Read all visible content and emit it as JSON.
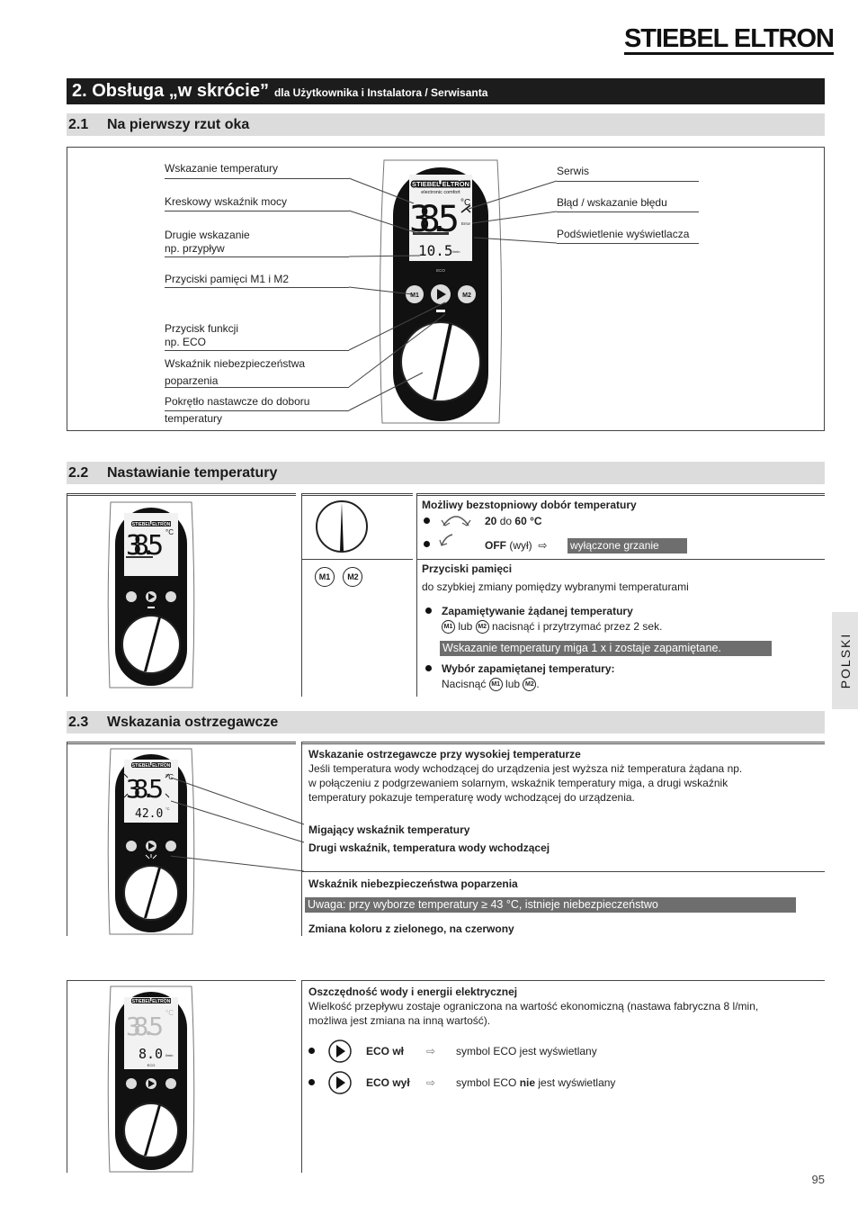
{
  "brand": "STIEBEL ELTRON",
  "header": {
    "title": "2. Obsługa „w skrócie”",
    "subtitle": "dla Użytkownika i Instalatora / Serwisanta"
  },
  "s21": {
    "num": "2.1",
    "title": "Na pierwszy rzut oka",
    "left_labels": [
      "Wskazanie temperatury",
      "Kreskowy wskaźnik mocy",
      "Drugie wskazanie",
      "np. przypływ",
      "Przyciski pamięci M1 i M2",
      "Przycisk funkcji",
      "np. ECO",
      "Wskaźnik niebezpieczeństwa",
      "poparzenia",
      "Pokrętło nastawcze do doboru",
      "temperatury"
    ],
    "right_labels": [
      "Serwis",
      "Błąd / wskazanie błędu",
      "Podświetlenie wyświetlacza"
    ],
    "device": {
      "brand": "STIEBEL ELTRON",
      "tagline": "electronic comfort",
      "temp": "38.5",
      "unit": "°C",
      "error": "Error",
      "flow": "10.5",
      "flow_unit": "l/min",
      "eco": "ECO",
      "m1": "M1",
      "m2": "M2"
    }
  },
  "s22": {
    "num": "2.2",
    "title": "Nastawianie temperatury",
    "device_temp": "38.5",
    "r1_title": "Możliwy bezstopniowy dobór temperatury",
    "r1_b1_a": "20",
    "r1_b1_b": "do",
    "r1_b1_c": "60 °C",
    "r1_b2_a": "OFF",
    "r1_b2_b": "(wył)",
    "r1_arrow": "⇨",
    "r1_hl": "wyłączone grzanie",
    "r2_title": "Przyciski pamięci",
    "r2_line": "do szybkiej zmiany pomiędzy wybranymi temperaturami",
    "r2_b1_title": "Zapamiętywanie żądanej temperatury",
    "r2_b1_lub": "lub",
    "r2_b1_rest": "nacisnąć i przytrzymać przez 2 sek.",
    "r2_hl": "Wskazanie temperatury miga 1 x i zostaje zapamiętane.",
    "r2_b2_title": "Wybór zapamiętanej temperatury:",
    "r2_b2_a": "Nacisnąć",
    "r2_b2_lub": "lub",
    "r2_b2_end": "."
  },
  "s23": {
    "num": "2.3",
    "title": "Wskazania ostrzegawcze",
    "device_temp": "38.5",
    "device_second": "42.0",
    "w1_title": "Wskazanie ostrzegawcze przy wysokiej temperaturze",
    "w1_text": [
      "Jeśli temperatura wody wchodzącej do urządzenia jest wyższa niż temperatura żądana np.",
      "w połączeniu z podgrzewaniem solarnym, wskaźnik temperatury miga, a drugi wskaźnik",
      "temperatury pokazuje temperaturę wody wchodzącej do urządzenia."
    ],
    "w1_l1": "Migający wskaźnik temperatury",
    "w1_l2": "Drugi wskaźnik, temperatura wody wchodzącej",
    "w2_title": "Wskaźnik niebezpieczeństwa poparzenia",
    "w2_hl": "Uwaga: przy wyborze temperatury ≥ 43 °C, istnieje niebezpieczeństwo",
    "w2_line": "Zmiana koloru z zielonego, na czerwony"
  },
  "eco": {
    "device_temp": "38.5",
    "device_flow": "8.0",
    "title": "Oszczędność wody i energii elektrycznej",
    "text": [
      "Wielkość przepływu zostaje ograniczona na wartość ekonomiczną (nastawa fabryczna 8 l/min,",
      "możliwa jest zmiana na inną wartość)."
    ],
    "on_label": "ECO wł",
    "on_desc": "symbol ECO jest wyświetlany",
    "off_label": "ECO wył",
    "off_desc_a": "symbol ECO",
    "off_desc_b": "nie",
    "off_desc_c": "jest wyświetlany",
    "arrow": "⇨"
  },
  "side_tab": "POLSKI",
  "page_number": "95"
}
